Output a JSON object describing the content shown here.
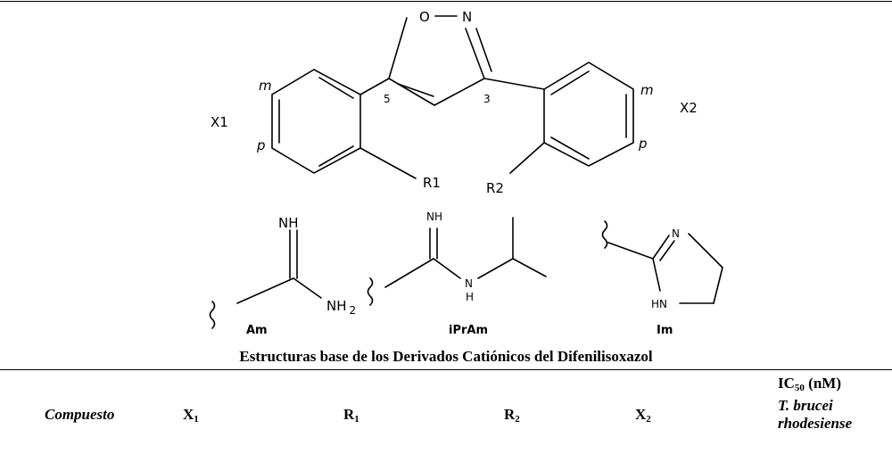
{
  "scaffold": {
    "O": "O",
    "N": "N",
    "pos5": "5",
    "pos3": "3",
    "m_left": "m",
    "p_left": "p",
    "m_right": "m",
    "p_right": "p",
    "x1": "X1",
    "x2": "X2",
    "r1": "R1",
    "r2": "R2"
  },
  "groups": {
    "am": {
      "nh": "NH",
      "nh2": "NH",
      "nh2_sub": "2",
      "name": "Am"
    },
    "iprAm": {
      "nh": "NH",
      "n": "N",
      "h": "H",
      "name": "iPrAm"
    },
    "im": {
      "n": "N",
      "hn": "HN",
      "name": "Im"
    }
  },
  "caption": "Estructuras base de los Derivados Catiónicos del Difenilisoxazol",
  "table_header": {
    "compuesto": "Compuesto",
    "x1": "X",
    "x1_sub": "1",
    "r1": "R",
    "r1_sub": "1",
    "r2": "R",
    "r2_sub": "2",
    "x2": "X",
    "x2_sub": "2",
    "ic_prefix": "IC",
    "ic_sub": "50",
    "ic_suffix": " (nM)",
    "species_1": "T. brucei",
    "species_2": "rhodesiense"
  }
}
